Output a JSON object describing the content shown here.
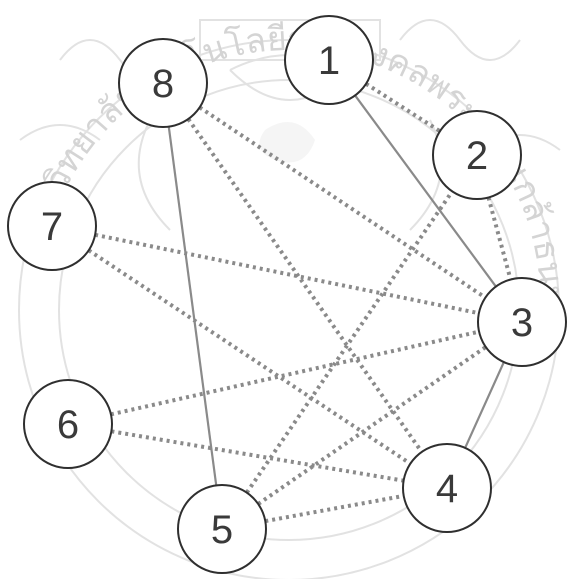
{
  "nodes": [
    {
      "id": 1,
      "label": "1"
    },
    {
      "id": 2,
      "label": "2"
    },
    {
      "id": 3,
      "label": "3"
    },
    {
      "id": 4,
      "label": "4"
    },
    {
      "id": 5,
      "label": "5"
    },
    {
      "id": 6,
      "label": "6"
    },
    {
      "id": 7,
      "label": "7"
    },
    {
      "id": 8,
      "label": "8"
    }
  ],
  "edges": [
    {
      "from": 1,
      "to": 2,
      "style": "dotted"
    },
    {
      "from": 1,
      "to": 3,
      "style": "solid"
    },
    {
      "from": 2,
      "to": 3,
      "style": "dotted"
    },
    {
      "from": 8,
      "to": 3,
      "style": "dotted"
    },
    {
      "from": 8,
      "to": 4,
      "style": "dotted"
    },
    {
      "from": 8,
      "to": 5,
      "style": "solid"
    },
    {
      "from": 7,
      "to": 3,
      "style": "dotted"
    },
    {
      "from": 7,
      "to": 4,
      "style": "dotted"
    },
    {
      "from": 6,
      "to": 3,
      "style": "dotted"
    },
    {
      "from": 6,
      "to": 4,
      "style": "dotted"
    },
    {
      "from": 5,
      "to": 2,
      "style": "dotted"
    },
    {
      "from": 5,
      "to": 3,
      "style": "dotted"
    },
    {
      "from": 5,
      "to": 4,
      "style": "dotted"
    },
    {
      "from": 3,
      "to": 4,
      "style": "solid"
    }
  ],
  "watermark": {
    "text": "มหาวิทยาลัยเทคโนโลยีราชมงคลพระจอมเกล้าธนบุรี"
  },
  "colors": {
    "node_stroke": "#2f2f2f",
    "node_fill": "#ffffff",
    "edge": "#8a8a8a",
    "label": "#3a3a3a",
    "watermark": "#e0e0e0"
  }
}
